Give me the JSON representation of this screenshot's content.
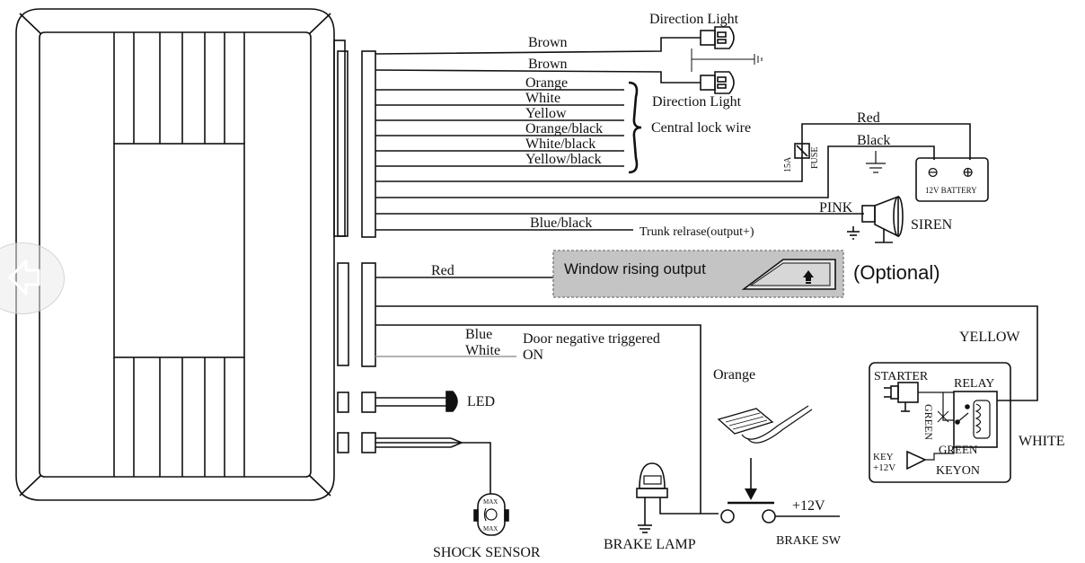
{
  "wires_top": {
    "brown_1": "Brown",
    "brown_2": "Brown",
    "orange": "Orange",
    "white": "White",
    "yellow": "Yellow",
    "orange_black": "Orange/black",
    "white_black": "White/black",
    "yellow_black": "Yellow/black",
    "central_lock_label": "Central lock wire",
    "pink": "PINK",
    "blue_black": "Blue/black",
    "trunk_label": "Trunk relrase(output+)"
  },
  "direction_lights": {
    "top_label": "Direction Light",
    "bottom_label": "Direction Light"
  },
  "battery": {
    "red_label": "Red",
    "black_label": "Black",
    "fuse_rating": "15A",
    "fuse_label": "FUSE",
    "minus": "⊖",
    "plus": "⊕",
    "battery_label": "12V BATTERY"
  },
  "siren": {
    "label": "SIREN"
  },
  "window": {
    "red_label": "Red",
    "box_label": "Window rising output",
    "optional_label": "(Optional)"
  },
  "door": {
    "blue_label": "Blue",
    "white_label": "White",
    "triggered_label": "Door negative triggered",
    "on_label": "ON"
  },
  "relay_box": {
    "yellow_label": "YELLOW",
    "white_label": "WHITE",
    "starter": "STARTER",
    "relay": "RELAY",
    "green_vertical": "GREEN",
    "green": "GREEN",
    "key_line1": "KEY",
    "key_line2": "+12V",
    "keyon": "KEYON"
  },
  "led": {
    "label": "LED"
  },
  "shock": {
    "max_top": "MAX",
    "max_bottom": "MAX",
    "label": "SHOCK SENSOR"
  },
  "brake": {
    "orange_label": "Orange",
    "lamp_label": "BRAKE LAMP",
    "sw_label": "BRAKE SW",
    "plus12": "+12V"
  },
  "colors": {
    "line": "#111111",
    "window_box": "#c4c4c4",
    "nav_button": "#ebebeb"
  }
}
